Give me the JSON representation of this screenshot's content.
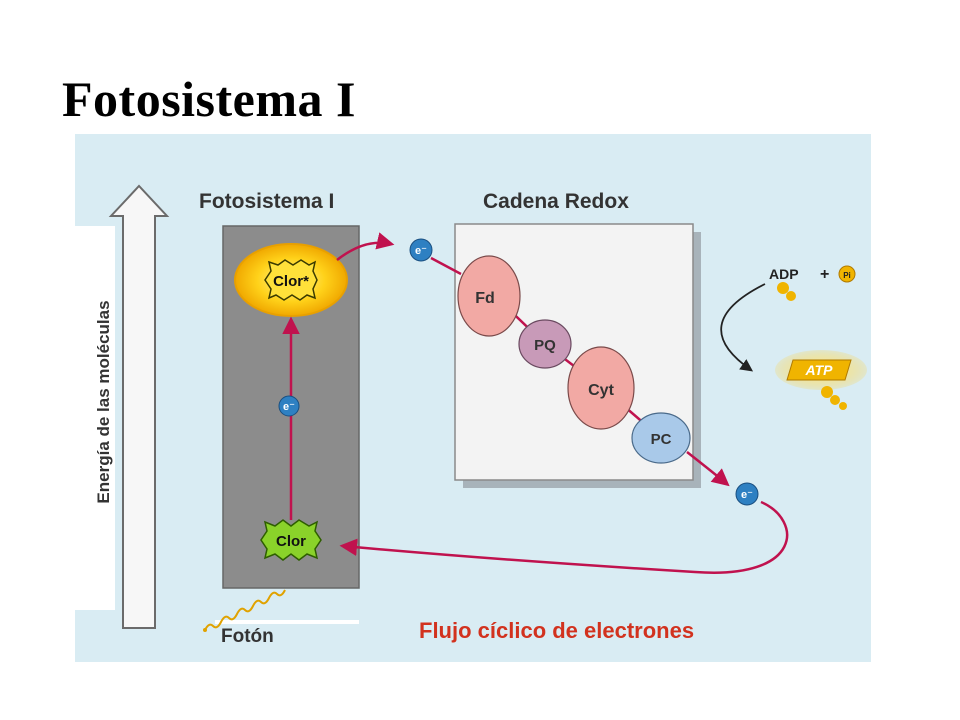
{
  "slide": {
    "title": "Fotosistema I"
  },
  "diagram": {
    "energy_axis_label": "Energía de las moléculas",
    "photosystem_label": "Fotosistema I",
    "redox_chain_label": "Cadena Redox",
    "excited_chlorophyll": "Clor*",
    "chlorophyll": "Clor",
    "photon_label": "Fotón",
    "flow_label": "Flujo cíclico de electrones",
    "electron_symbol": "e⁻",
    "redox_carriers": [
      "Fd",
      "PQ",
      "Cyt",
      "PC"
    ],
    "adp_label": "ADP",
    "plus_sign": "+",
    "phosphate_label": "Pi",
    "atp_label": "ATP",
    "colors": {
      "background": "#d9ecf3",
      "photosystem_panel": "#8c8c8c",
      "redox_panel": "#f3f3f3",
      "arrow": "#c0124e",
      "flow_text": "#d2321e",
      "carrier_pink": "#f2a9a4",
      "carrier_purple": "#c89ab8",
      "carrier_blue": "#a9c9e9",
      "chlorophyll_fill": "#8ad22a",
      "glow": "#f5c400",
      "electron_blue": "#2e80c2"
    }
  }
}
